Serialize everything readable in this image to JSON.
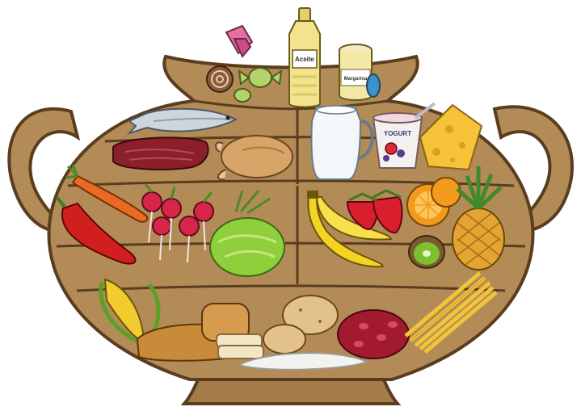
{
  "illustration": {
    "subject": "food-guide-pot",
    "labels": {
      "oil_bottle": "Aceite",
      "yogurt_cup": "YOGURT",
      "sugar_can": "Margarina"
    },
    "colors": {
      "pot": "#b38b57",
      "pot_dark": "#8a6334",
      "pot_light": "#c9a171",
      "outline": "#5a3d1f"
    },
    "sections": [
      {
        "name": "fats-and-sweets",
        "items": [
          "candy-icon",
          "oil-bottle-icon",
          "can-icon"
        ]
      },
      {
        "name": "protein",
        "items": [
          "fish-icon",
          "meat-icon",
          "chicken-icon"
        ]
      },
      {
        "name": "dairy",
        "items": [
          "milk-jug-icon",
          "yogurt-icon",
          "cheese-icon"
        ]
      },
      {
        "name": "vegetables",
        "items": [
          "carrot-icon",
          "pepper-icon",
          "radish-icon",
          "lettuce-icon"
        ]
      },
      {
        "name": "fruits",
        "items": [
          "banana-icon",
          "strawberry-icon",
          "orange-icon",
          "kiwi-icon",
          "pineapple-icon"
        ]
      },
      {
        "name": "grains",
        "items": [
          "corn-icon",
          "bread-icon",
          "potato-icon",
          "beans-icon",
          "rice-icon",
          "pasta-icon"
        ]
      }
    ]
  }
}
